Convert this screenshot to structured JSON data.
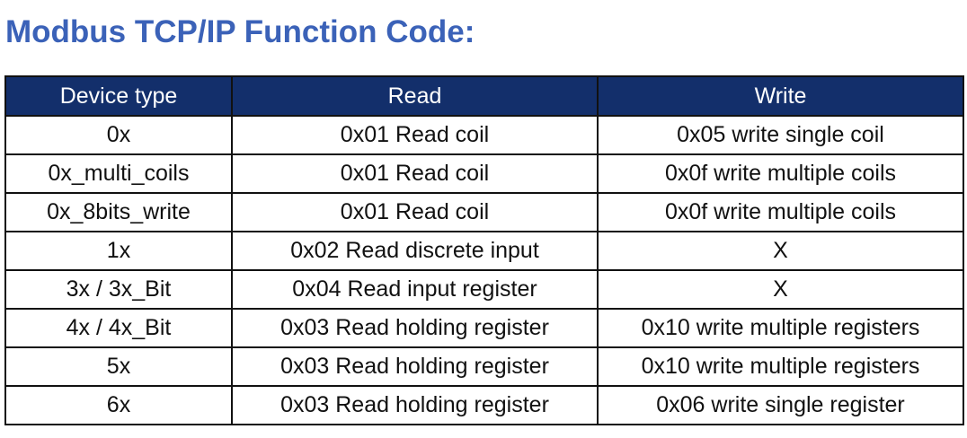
{
  "title": "Modbus TCP/IP Function Code:",
  "table": {
    "headers": [
      "Device type",
      "Read",
      "Write"
    ],
    "rows": [
      [
        "0x",
        "0x01 Read coil",
        "0x05 write single coil"
      ],
      [
        "0x_multi_coils",
        "0x01 Read coil",
        "0x0f write multiple coils"
      ],
      [
        "0x_8bits_write",
        "0x01 Read coil",
        "0x0f write multiple coils"
      ],
      [
        "1x",
        "0x02 Read discrete input",
        "X"
      ],
      [
        "3x / 3x_Bit",
        "0x04 Read input register",
        "X"
      ],
      [
        "4x / 4x_Bit",
        "0x03 Read holding register",
        "0x10 write multiple registers"
      ],
      [
        "5x",
        "0x03 Read holding register",
        "0x10 write multiple registers"
      ],
      [
        "6x",
        "0x03 Read holding register",
        "0x06 write single register"
      ]
    ]
  },
  "colors": {
    "title": "#3b62b8",
    "header_background": "#132f6b",
    "header_text": "#ffffff"
  }
}
